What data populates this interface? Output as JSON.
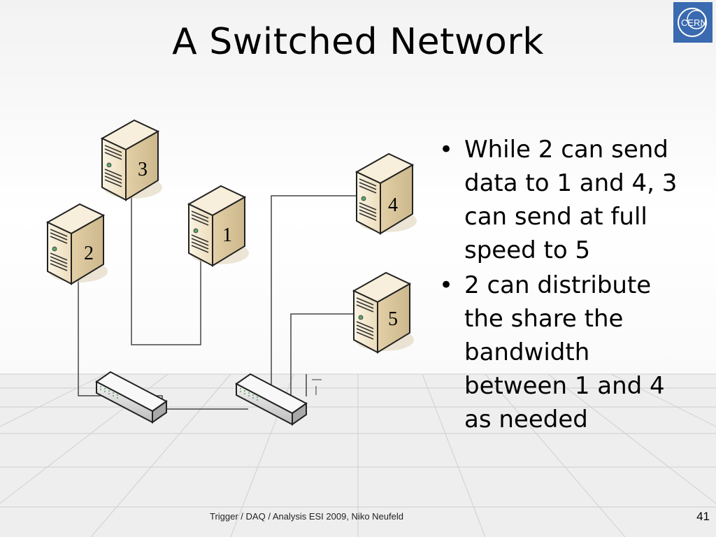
{
  "slide": {
    "title": "A Switched Network",
    "logo_text": "CERN",
    "bullets": [
      "While 2 can send data to 1 and 4, 3 can send at full speed to 5",
      "2 can distribute the share the bandwidth between 1 and 4 as needed"
    ],
    "footer": "Trigger / DAQ / Analysis ESI 2009, Niko Neufeld",
    "page_number": "41"
  },
  "diagram": {
    "servers": [
      {
        "id": "server-1",
        "label": "1"
      },
      {
        "id": "server-2",
        "label": "2"
      },
      {
        "id": "server-3",
        "label": "3"
      },
      {
        "id": "server-4",
        "label": "4"
      },
      {
        "id": "server-5",
        "label": "5"
      }
    ],
    "switches": [
      {
        "id": "switch-left"
      },
      {
        "id": "switch-right"
      }
    ]
  },
  "colors": {
    "server_body": "#f1e4c8",
    "server_shadow": "#c9b68e",
    "logo_blue": "#3a6ab0",
    "floor_line": "#c8c8c8"
  }
}
